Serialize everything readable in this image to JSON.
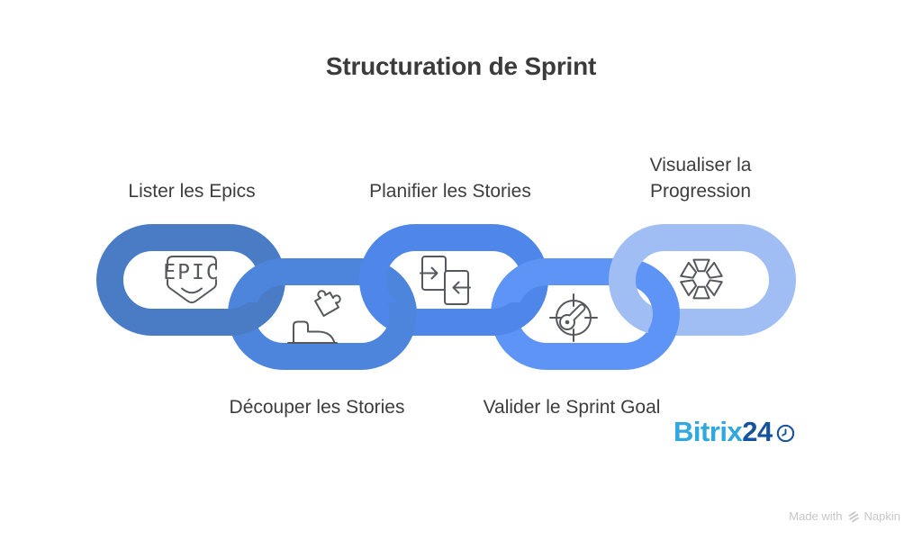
{
  "title": "Structuration de Sprint",
  "steps": [
    {
      "label": "Lister les Epics",
      "icon": "epic-badge-icon",
      "color": "#4A7CC6",
      "row": "top"
    },
    {
      "label": "Découper les Stories",
      "icon": "hand-puzzle-icon",
      "color": "#4E85DC",
      "row": "bottom"
    },
    {
      "label": "Planifier les Stories",
      "icon": "story-cards-icon",
      "color": "#4E87E9",
      "row": "top"
    },
    {
      "label": "Valider le Sprint Goal",
      "icon": "target-gauge-icon",
      "color": "#5E94F5",
      "row": "bottom"
    },
    {
      "label": "Visualiser la Progression",
      "icon": "progress-wheel-icon",
      "color": "#A0BDF4",
      "row": "top"
    }
  ],
  "epic_badge_text": "EPIC",
  "colors": {
    "icon_stroke": "#55585c",
    "label_text": "#3d3d3d"
  },
  "branding": {
    "name_light": "Bitrix",
    "name_dark": "24",
    "light_color": "#2EA8DE",
    "dark_color": "#15549D"
  },
  "watermark": {
    "prefix": "Made with",
    "brand": "Napkin"
  }
}
